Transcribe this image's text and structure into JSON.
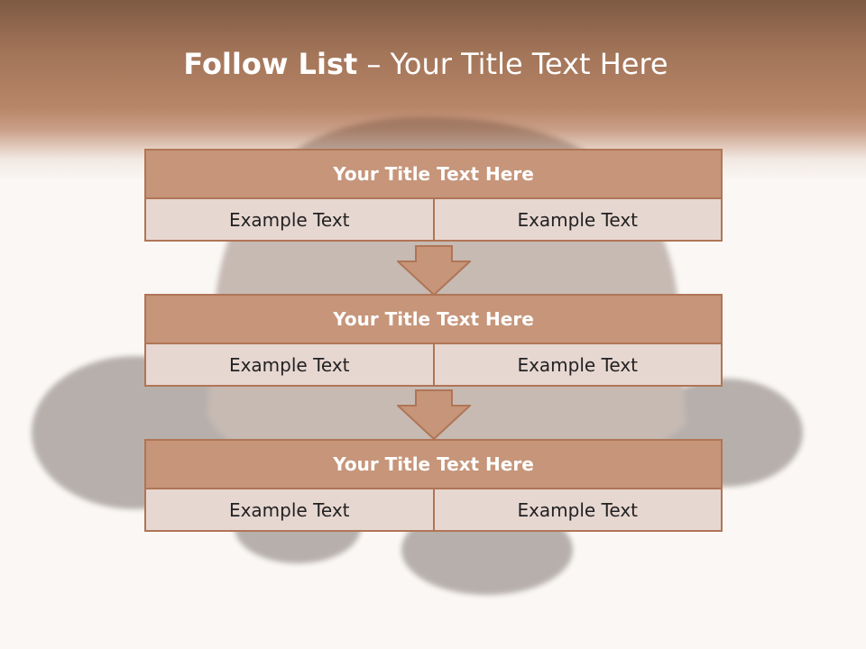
{
  "slide": {
    "title_bold": "Follow List",
    "title_rest": "– Your Title Text Here"
  },
  "blocks": [
    {
      "title": "Your Title Text Here",
      "left": "Example Text",
      "right": "Example Text"
    },
    {
      "title": "Your Title Text Here",
      "left": "Example Text",
      "right": "Example Text"
    },
    {
      "title": "Your Title Text Here",
      "left": "Example Text",
      "right": "Example Text"
    }
  ],
  "colors": {
    "header_fill": "#c6957a",
    "cell_fill": "#e7d7d1",
    "border": "#b07556",
    "banner": "#a37559"
  },
  "icons": [
    "down-arrow-icon"
  ]
}
